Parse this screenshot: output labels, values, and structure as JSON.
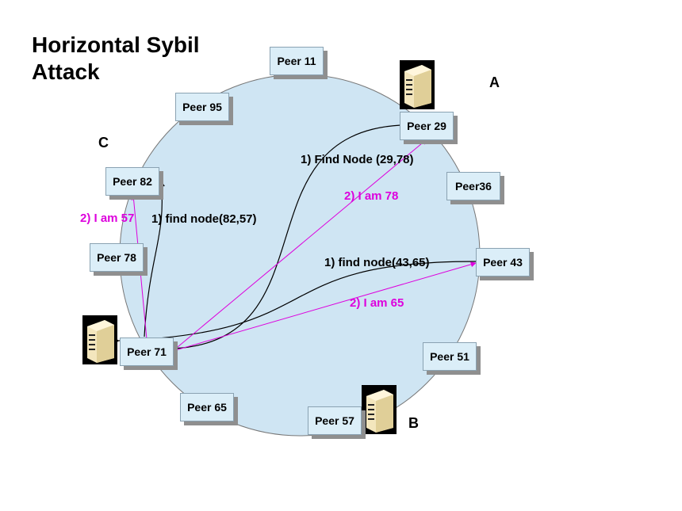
{
  "title_line1": "Horizontal Sybil",
  "title_line2": "Attack",
  "corners": {
    "a": "A",
    "b": "B",
    "c": "C"
  },
  "peers": {
    "p11": "Peer 11",
    "p95": "Peer 95",
    "p29": "Peer 29",
    "p36": "Peer36",
    "p82": "Peer 82",
    "p78": "Peer 78",
    "p43": "Peer 43",
    "p71": "Peer 71",
    "p51": "Peer 51",
    "p65": "Peer 65",
    "p57": "Peer 57"
  },
  "messages": {
    "find_29": "1) Find Node (29,78)",
    "iam_78": "2) I am 78",
    "find_82": "1) find node(82,57)",
    "iam_57": "2) I am 57",
    "find_43": "1) find node(43,65)",
    "iam_65": "2) I am 65"
  },
  "colors": {
    "ring": "#cfe5f3",
    "peer_fill": "#dbeef8",
    "response": "#dd00dd",
    "request": "#000000"
  },
  "icons": [
    "server-icon-a",
    "server-icon-b",
    "server-icon-c"
  ]
}
